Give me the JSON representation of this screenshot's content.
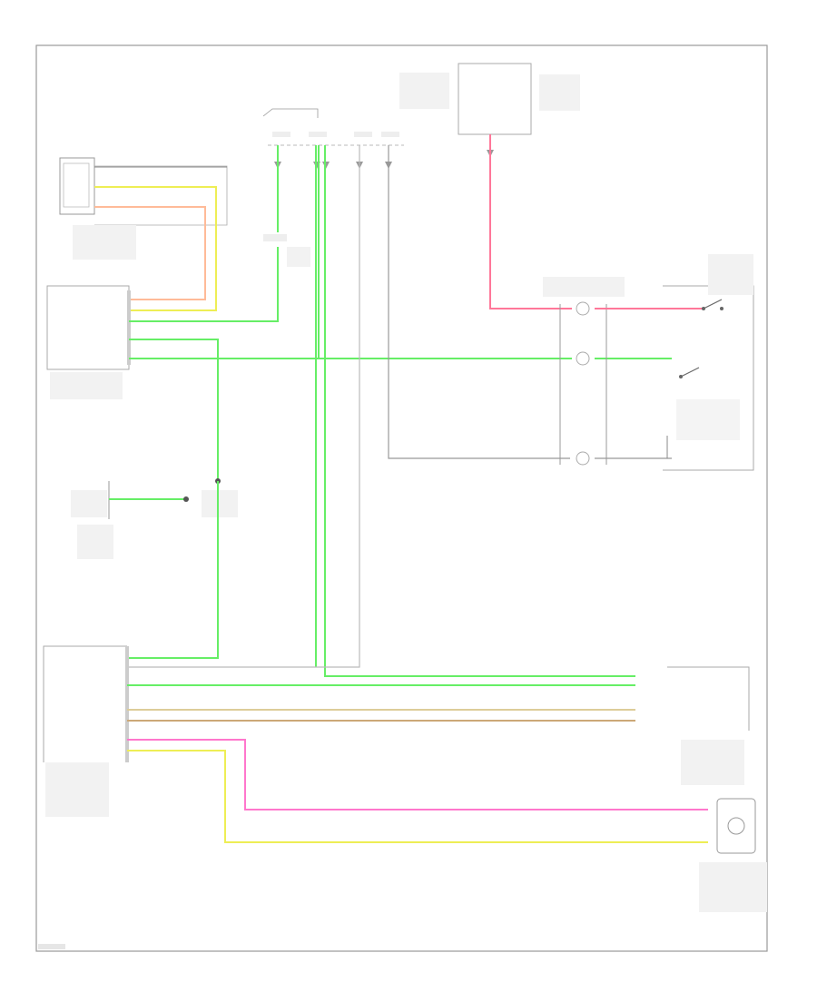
{
  "diagram": {
    "type": "wiring-schematic",
    "text_legible": false,
    "footer_code": ""
  },
  "wire_colors": {
    "green": "#66ee66",
    "yellow": "#eeee55",
    "pink": "#ff77cc",
    "red_pink": "#ff7799",
    "tan": "#ddcc99",
    "brown": "#cca877",
    "gray": "#888888",
    "orange_tan": "#ffbb99",
    "outline": "#999999"
  },
  "components": [
    {
      "id": "brake-pedal-position-sensor"
    },
    {
      "id": "body-control-module"
    },
    {
      "id": "stoplamp-switch-assembly"
    },
    {
      "id": "fuse-block"
    },
    {
      "id": "splice-pack"
    },
    {
      "id": "underhood-fuse-block"
    },
    {
      "id": "cruise-control-switch"
    },
    {
      "id": "powertrain-control-module"
    },
    {
      "id": "throttle-actuator-control-module"
    },
    {
      "id": "vehicle-speed-sensor"
    },
    {
      "id": "steering-wheel-control-module"
    }
  ]
}
